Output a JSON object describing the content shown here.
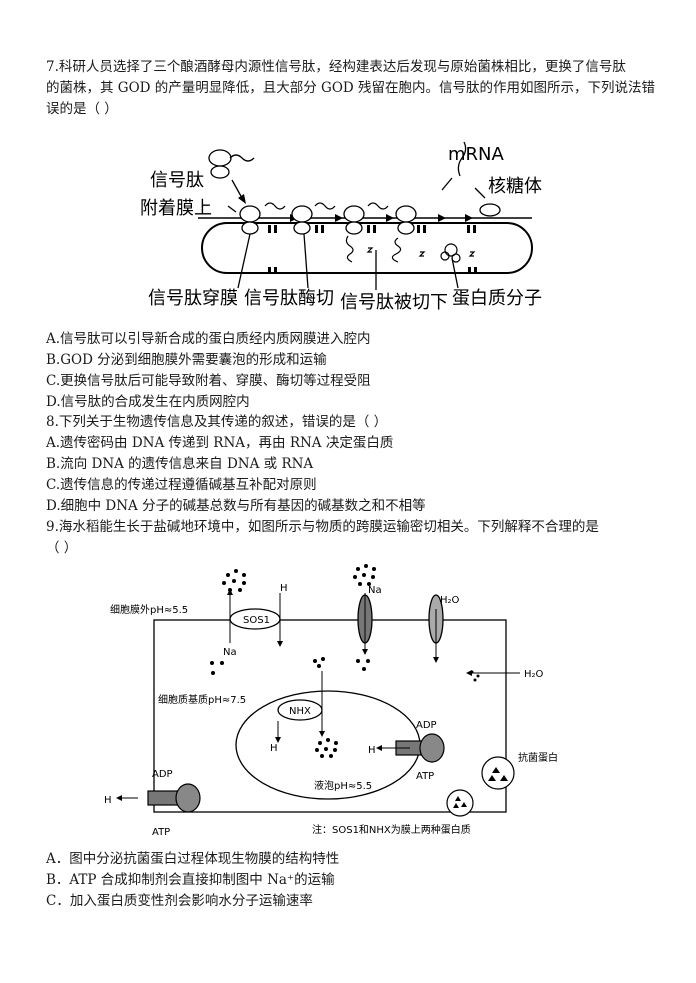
{
  "q7": {
    "stem": [
      "7.科研人员选择了三个酿酒酵母内源性信号肽，经构建表达后发现与原始菌株相比，更换了信号肽",
      "的菌株，其 GOD 的产量明显降低，且大部分 GOD 残留在胞内。信号肽的作用如图所示，下列说法错",
      "误的是（    ）"
    ],
    "figure": {
      "mrna": "mRNA",
      "ribosome": "核糖体",
      "signal_peptide": "信号肽",
      "attach": "附着膜上",
      "cross": "信号肽穿膜",
      "cleave": "信号肽酶切",
      "cut_off": "信号肽被切下",
      "protein": "蛋白质分子"
    },
    "options": [
      "A.信号肽可以引导新合成的蛋白质经内质网膜进入腔内",
      "B.GOD 分泌到细胞膜外需要囊泡的形成和运输",
      "C.更换信号肽后可能导致附着、穿膜、酶切等过程受阻",
      "D.信号肽的合成发生在内质网腔内"
    ]
  },
  "q8": {
    "stem": "8.下列关于生物遗传信息及其传递的叙述，错误的是（    ）",
    "options": [
      "A.遗传密码由 DNA 传递到 RNA，再由 RNA 决定蛋白质",
      "B.流向 DNA 的遗传信息来自 DNA 或 RNA",
      "C.遗传信息的传递过程遵循碱基互补配对原则",
      "D.细胞中 DNA 分子的碱基总数与所有基因的碱基数之和不相等"
    ]
  },
  "q9": {
    "stem": [
      "9.海水稻能生长于盐碱地环境中，如图所示与物质的跨膜运输密切相关。下列解释不合理的是",
      "（    ）"
    ],
    "figure": {
      "outside_ph": "细胞膜外pH≈5.5",
      "cytoplasm_ph": "细胞质基质pH≈7.5",
      "vacuole_ph": "液泡pH≈5.5",
      "sos1": "SOS1",
      "nhx": "NHX",
      "na": "Na",
      "h": "H",
      "h2o": "H₂O",
      "adp": "ADP",
      "atp": "ATP",
      "antibacterial": "抗菌蛋白",
      "note": "注：SOS1和NHX为膜上两种蛋白质"
    },
    "options": [
      "A．图中分泌抗菌蛋白过程体现生物膜的结构特性",
      "B．ATP 合成抑制剂会直接抑制图中 Na⁺的运输",
      "C．加入蛋白质变性剂会影响水分子运输速率"
    ]
  }
}
